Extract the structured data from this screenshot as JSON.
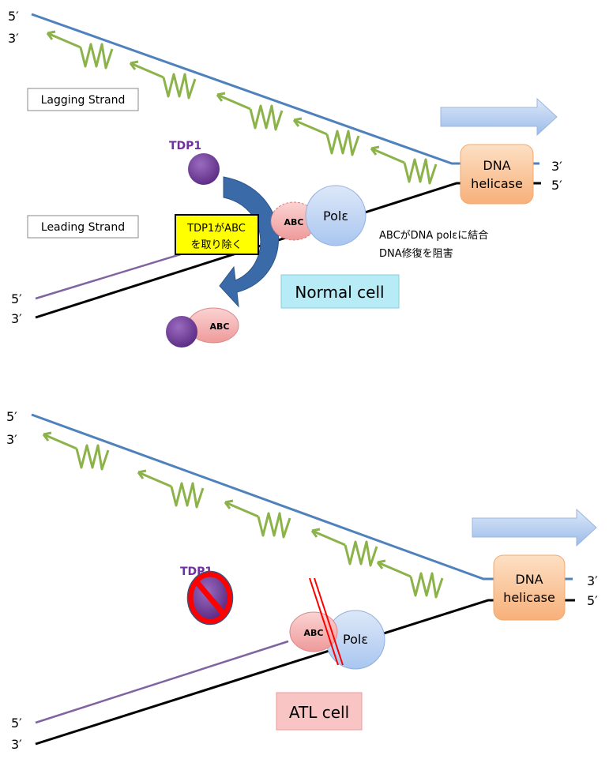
{
  "top": {
    "label_5_left": "5′",
    "label_3_left": "3′",
    "label_5_leading": "5′",
    "label_3_leading": "3′",
    "label_3_right": "3′",
    "label_5_right": "5′",
    "lagging_strand": "Lagging Strand",
    "leading_strand": "Leading Strand",
    "helicase_line1": "DNA",
    "helicase_line2": "helicase",
    "tdp1": "TDP1",
    "abc": "ABC",
    "abc_released": "ABC",
    "pol": "Polε",
    "callout_line1": "TDP1がABC",
    "callout_line2": "を取り除く",
    "note_line1": "ABCがDNA polεに結合",
    "note_line2": "DNA修復を阻害",
    "cell_label": "Normal cell"
  },
  "bottom": {
    "label_5_left": "5′",
    "label_3_left": "3′",
    "label_5_leading": "5′",
    "label_3_leading": "3′",
    "label_3_right": "3′",
    "label_5_right": "5′",
    "helicase_line1": "DNA",
    "helicase_line2": "helicase",
    "tdp1": "TDP1",
    "abc": "ABC",
    "pol": "Polε",
    "cell_label": "ATL cell"
  },
  "colors": {
    "lagging_template": "#4f81bd",
    "leading_template": "#000000",
    "new_strand": "#8064a2",
    "okazaki": "#8cb34a",
    "helicase": "#fac090",
    "pol": "#c6d9f1",
    "abc": "#f2a9a9",
    "tdp1": "#7030a0",
    "callout": "#ffff00",
    "normal_cell_box": "#b7ecf7",
    "atl_cell_box": "#f8c4c4",
    "prohibit": "#ff0000"
  }
}
